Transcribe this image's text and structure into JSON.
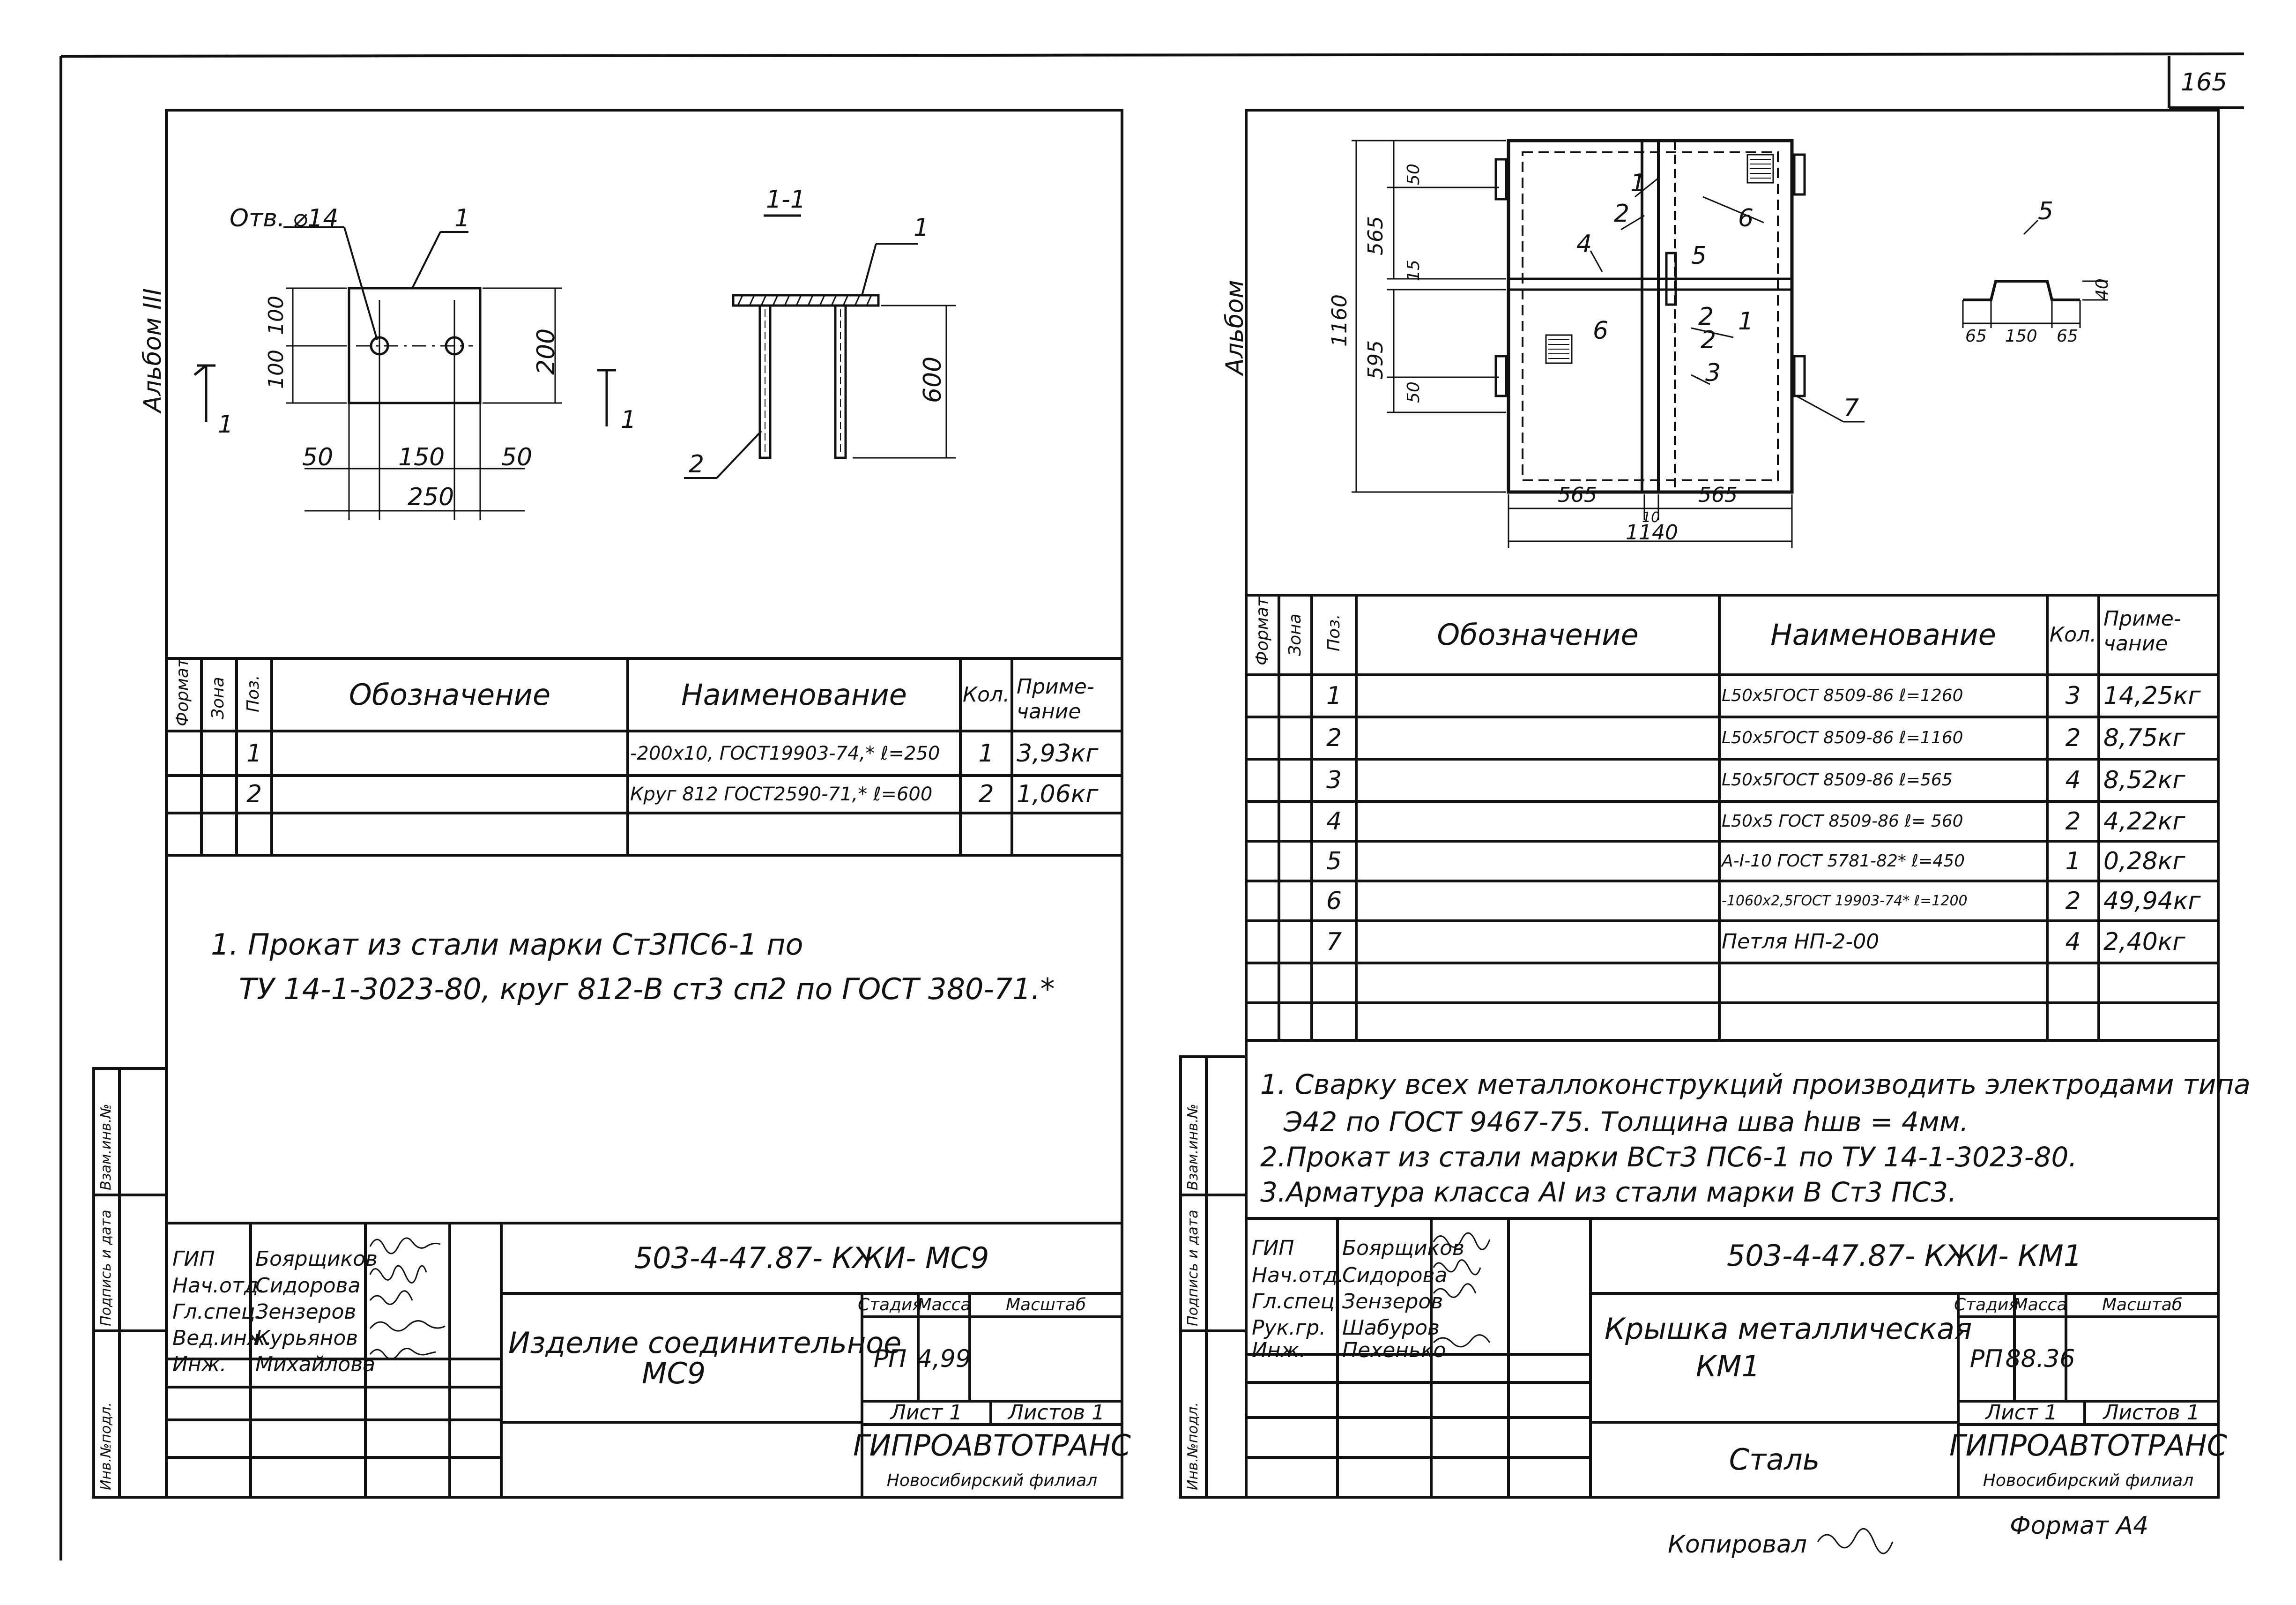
{
  "page_number": "165",
  "left_sheet": {
    "album_label": "Альбом III",
    "drawing": {
      "hole_label": "Отв. ⌀14",
      "section_label": "1-1",
      "cut_marks": [
        "1",
        "1"
      ],
      "pos_labels": [
        "1",
        "1",
        "2"
      ],
      "dims": {
        "plate_width": "250",
        "part_50_left": "50",
        "part_150": "150",
        "part_50_right": "50",
        "plate_height": "200",
        "hole_v_100_top": "100",
        "hole_v_100_bottom": "100",
        "rod_length": "600"
      }
    },
    "spec_headers": {
      "format": "Формат",
      "zone": "Зона",
      "pos": "Поз.",
      "designation": "Обозначение",
      "name": "Наименование",
      "qty": "Кол.",
      "note": "Приме-чание"
    },
    "spec_rows": [
      {
        "pos": "1",
        "name": "-200x10, ГОСТ19903-74,* ℓ=250",
        "qty": "1",
        "note": "3,93кг"
      },
      {
        "pos": "2",
        "name": "Круг 812 ГОСТ2590-71,* ℓ=600",
        "qty": "2",
        "note": "1,06кг"
      }
    ],
    "notes": [
      "1. Прокат из стали марки Ст3ПС6-1 по",
      "ТУ 14-1-3023-80, круг 812-В ст3 сп2 по ГОСТ 380-71.*"
    ],
    "side_stamp": [
      "Инв.№подл.",
      "Подпись и дата",
      "Взам.инв.№"
    ],
    "title_block": {
      "roles": [
        "ГИП",
        "Нач.отд.",
        "Гл.спец.",
        "Вед.инж.",
        "Инж."
      ],
      "names": [
        "Боярщиков",
        "Сидорова",
        "Зензеров",
        "Курьянов",
        "Михайлова"
      ],
      "code": "503-4-47.87- КЖИ- МС9",
      "title": [
        "Изделие соединительное",
        "МС9"
      ],
      "stage_label": "Стадия",
      "mass_label": "Масса",
      "scale_label": "Масштаб",
      "stage": "РП",
      "mass": "4,99",
      "sheet_label": "Лист 1",
      "sheets_label": "Листов 1",
      "org": "ГИПРОАВТОТРАНС",
      "branch": "Новосибирский филиал"
    }
  },
  "right_sheet": {
    "album_label": "Альбом",
    "drawing": {
      "pos_labels": [
        "1",
        "2",
        "4",
        "6",
        "5",
        "2",
        "1",
        "6",
        "2",
        "3",
        "7",
        "5"
      ],
      "dims_vertical": [
        "1160",
        "565",
        "595",
        "50",
        "15",
        "50"
      ],
      "dims_horizontal": [
        "565",
        "565",
        "10",
        "1140"
      ],
      "profile_dims": [
        "65",
        "150",
        "65",
        "40"
      ]
    },
    "spec_headers": {
      "format": "Формат",
      "zone": "Зона",
      "pos": "Поз.",
      "designation": "Обозначение",
      "name": "Наименование",
      "qty": "Кол.",
      "note": "Приме-чание"
    },
    "spec_rows": [
      {
        "pos": "1",
        "name": "L50x5ГОСТ 8509-86 ℓ=1260",
        "qty": "3",
        "note": "14,25кг"
      },
      {
        "pos": "2",
        "name": "L50x5ГОСТ 8509-86 ℓ=1160",
        "qty": "2",
        "note": "8,75кг"
      },
      {
        "pos": "3",
        "name": "L50x5ГОСТ 8509-86 ℓ=565",
        "qty": "4",
        "note": "8,52кг"
      },
      {
        "pos": "4",
        "name": "L50x5 ГОСТ 8509-86 ℓ= 560",
        "qty": "2",
        "note": "4,22кг"
      },
      {
        "pos": "5",
        "name": "А-Ⅰ-10 ГОСТ 5781-82* ℓ=450",
        "qty": "1",
        "note": "0,28кг"
      },
      {
        "pos": "6",
        "name": "-1060x2,5ГОСТ 19903-74* ℓ=1200",
        "qty": "2",
        "note": "49,94кг"
      },
      {
        "pos": "7",
        "name": "Петля НП-2-00",
        "qty": "4",
        "note": "2,40кг"
      }
    ],
    "notes": [
      "1. Сварку всех металлоконструкций производить электродами типа",
      "Э42 по ГОСТ 9467-75. Толщина шва hшв = 4мм.",
      "2.Прокат из стали марки ВСт3 ПС6-1 по ТУ 14-1-3023-80.",
      "3.Арматура класса АⅠ из стали марки В Ст3 ПС3."
    ],
    "side_stamp": [
      "Инв.№подл.",
      "Подпись и дата",
      "Взам.инв.№"
    ],
    "title_block": {
      "roles": [
        "ГИП",
        "Нач.отд.",
        "Гл.спец.",
        "Рук.гр.",
        "Инж."
      ],
      "names": [
        "Боярщиков",
        "Сидорова",
        "Зензеров",
        "Шабуров",
        "Пехенько"
      ],
      "code": "503-4-47.87- КЖИ- КМ1",
      "title": [
        "Крышка металлическая",
        "КМ1"
      ],
      "material": "Сталь",
      "stage_label": "Стадия",
      "mass_label": "Масса",
      "scale_label": "Масштаб",
      "stage": "РП",
      "mass": "88.36",
      "sheet_label": "Лист 1",
      "sheets_label": "Листов 1",
      "org": "ГИПРОАВТОТРАНС",
      "branch": "Новосибирский филиал"
    }
  },
  "footer": {
    "copied": "Копировал",
    "format": "Формат А4"
  }
}
